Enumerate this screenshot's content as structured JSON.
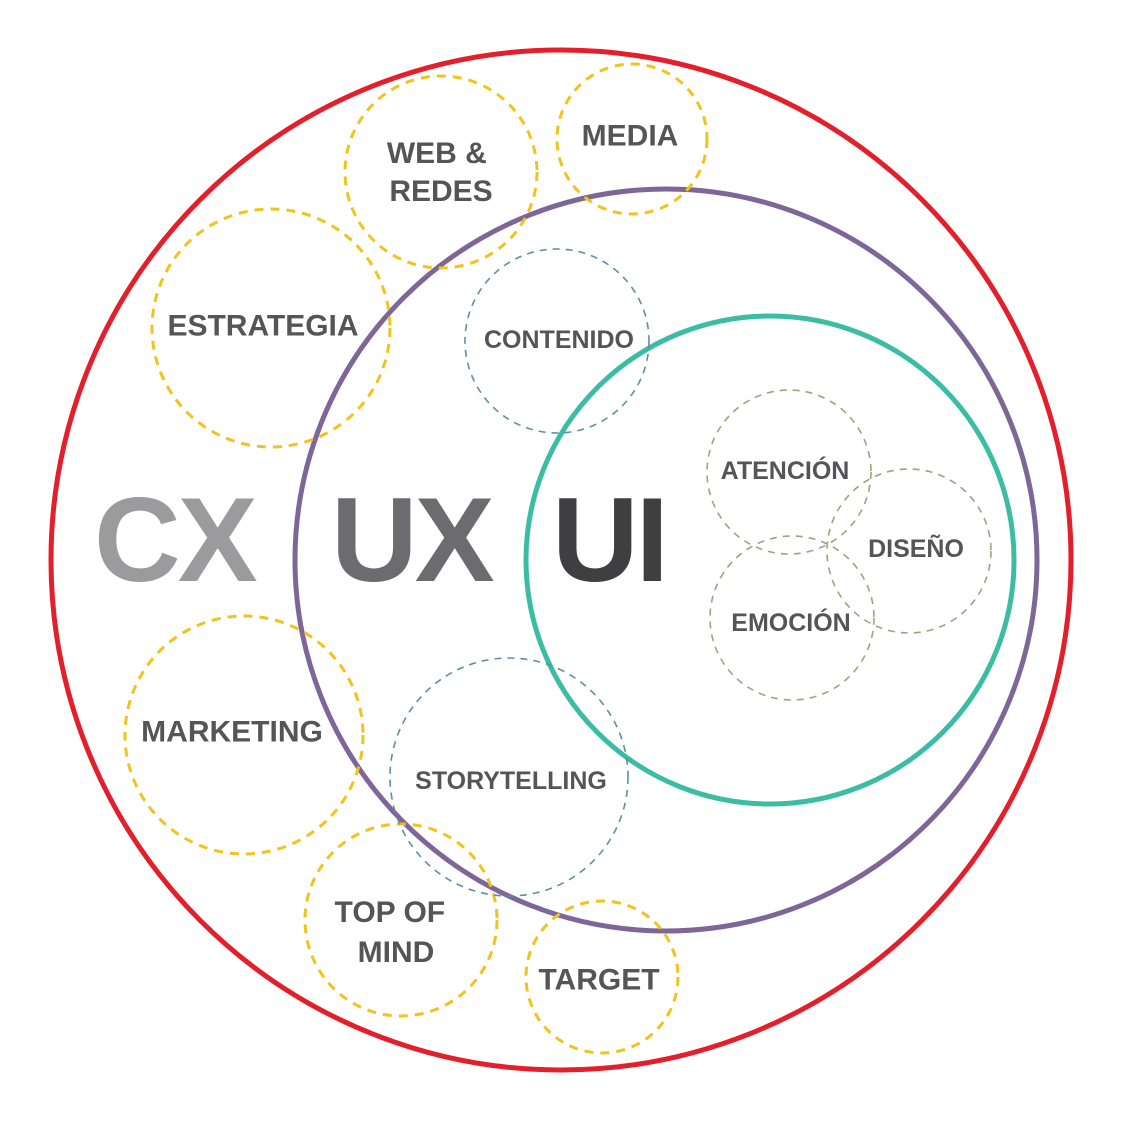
{
  "colors": {
    "cx_ring": "#e41f2c",
    "ux_ring": "#7e6699",
    "ui_ring": "#3bbda3",
    "outer_bubbles": "#f2c31b",
    "ux_bubbles": "#5e8fa3",
    "ui_bubbles": "#a3a17c",
    "cx_text": "#9b9b9d",
    "ux_text": "#6c6c70",
    "ui_text": "#3f3f42",
    "label_text": "#555558"
  },
  "main_labels": {
    "cx": "CX",
    "ux": "UX",
    "ui": "UI"
  },
  "cx_topics": {
    "web": [
      "WEB &",
      "REDES"
    ],
    "media": "MEDIA",
    "estrategia": "ESTRATEGIA",
    "marketing": "MARKETING",
    "top_of_mind": [
      "TOP OF",
      "MIND"
    ],
    "target": "TARGET"
  },
  "ux_topics": {
    "contenido": "CONTENIDO",
    "storytelling": "STORYTELLING"
  },
  "ui_topics": {
    "atencion": "ATENCIÓN",
    "diseno": "DISEÑO",
    "emocion": "EMOCIÓN"
  }
}
